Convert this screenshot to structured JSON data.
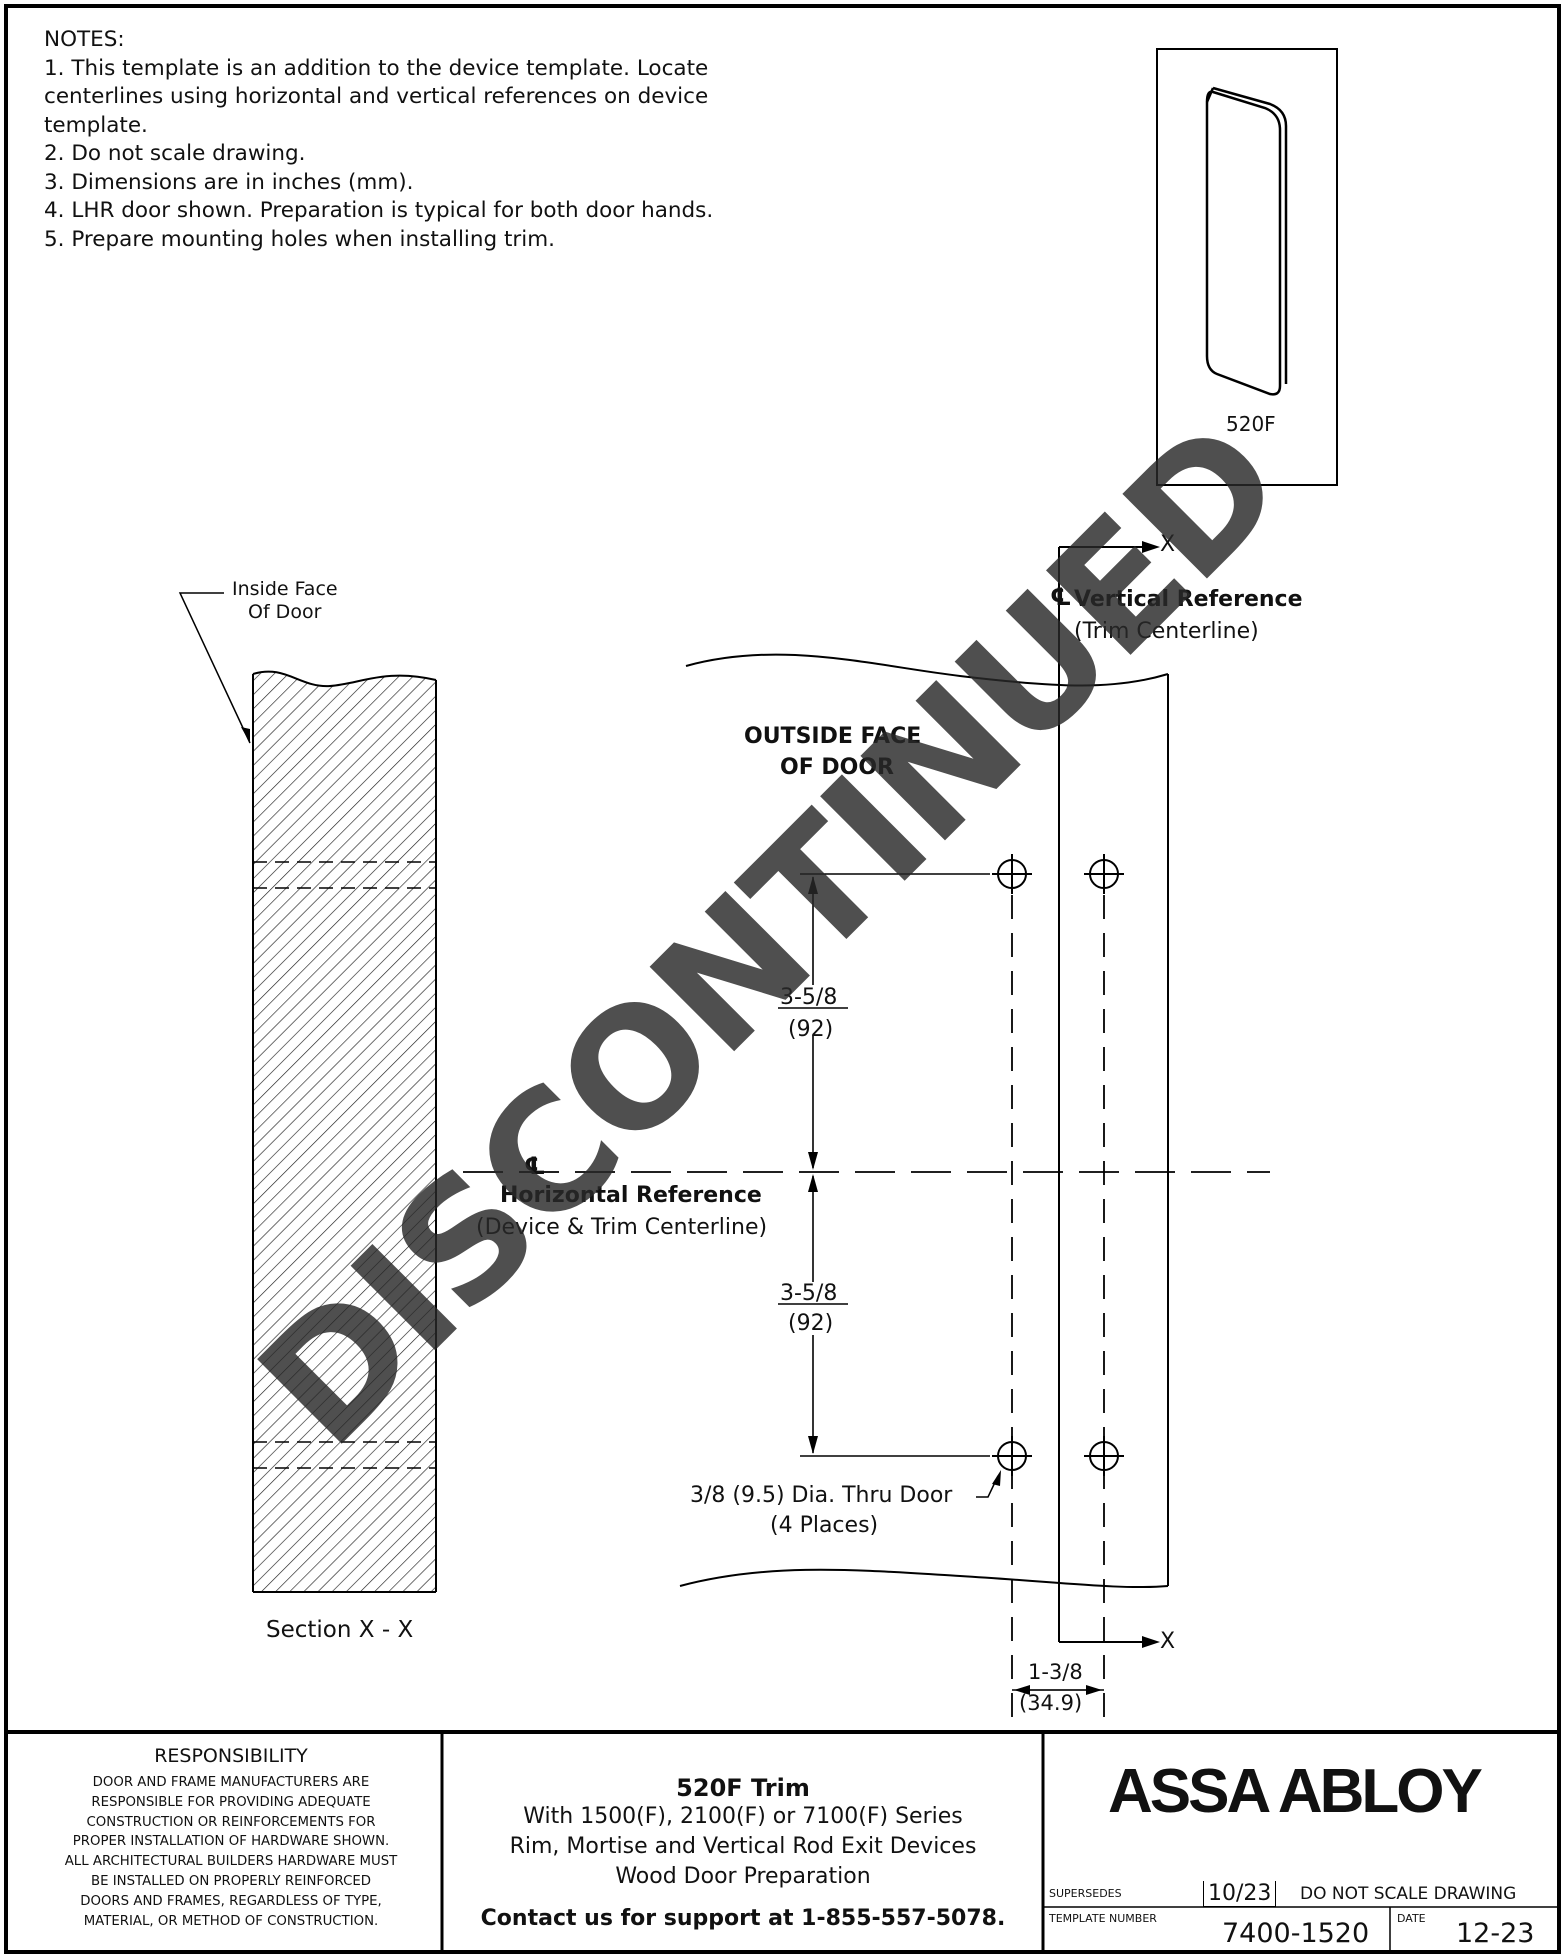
{
  "notes": {
    "heading": "NOTES:",
    "lines": [
      "1. This template is an addition to the device template. Locate",
      "centerlines using horizontal and vertical references on device",
      "template.",
      "2. Do not scale drawing.",
      "3. Dimensions are in inches (mm).",
      "4. LHR door shown. Preparation is typical for both door hands.",
      "5. Prepare mounting holes when installing trim."
    ]
  },
  "product_view": {
    "label": "520F"
  },
  "section_view": {
    "inside_face_line1": "Inside Face",
    "inside_face_line2": "Of Door",
    "caption": "Section X - X"
  },
  "door_view": {
    "outside_face_line1": "OUTSIDE FACE",
    "outside_face_line2": "OF DOOR",
    "centerline_symbol": "℄",
    "vertical_ref_title": "Vertical Reference",
    "vertical_ref_sub": "(Trim Centerline)",
    "horizontal_ref_title": "Horizontal Reference",
    "horizontal_ref_sub": "(Device & Trim Centerline)",
    "dim_upper_in": "3-5/8",
    "dim_upper_mm": "(92)",
    "dim_lower_in": "3-5/8",
    "dim_lower_mm": "(92)",
    "dim_width_in": "1-3/8",
    "dim_width_mm": "(34.9)",
    "hole_note_line1": "3/8 (9.5) Dia. Thru Door",
    "hole_note_line2": "(4 Places)",
    "section_marker": "X"
  },
  "watermark": "DISCONTINUED",
  "title_block": {
    "responsibility_title": "RESPONSIBILITY",
    "responsibility_lines": [
      "DOOR AND FRAME MANUFACTURERS ARE",
      "RESPONSIBLE FOR PROVIDING ADEQUATE",
      "CONSTRUCTION OR REINFORCEMENTS FOR",
      "PROPER INSTALLATION OF HARDWARE SHOWN.",
      "ALL ARCHITECTURAL BUILDERS HARDWARE MUST",
      "BE INSTALLED ON PROPERLY REINFORCED",
      "DOORS AND FRAMES, REGARDLESS OF TYPE,",
      "MATERIAL, OR METHOD OF CONSTRUCTION."
    ],
    "product_title": "520F Trim",
    "product_line2": "With 1500(F), 2100(F) or 7100(F) Series",
    "product_line3": "Rim, Mortise and Vertical Rod Exit Devices",
    "product_line4": "Wood Door Preparation",
    "contact": "Contact us for support at 1-855-557-5078.",
    "brand": "ASSA ABLOY",
    "supersedes_label": "SUPERSEDES",
    "supersedes_value": "10/23",
    "do_not_scale": "DO NOT SCALE DRAWING",
    "template_number_label": "TEMPLATE NUMBER",
    "template_number": "7400-1520",
    "date_label": "DATE",
    "date_value": "12-23"
  }
}
